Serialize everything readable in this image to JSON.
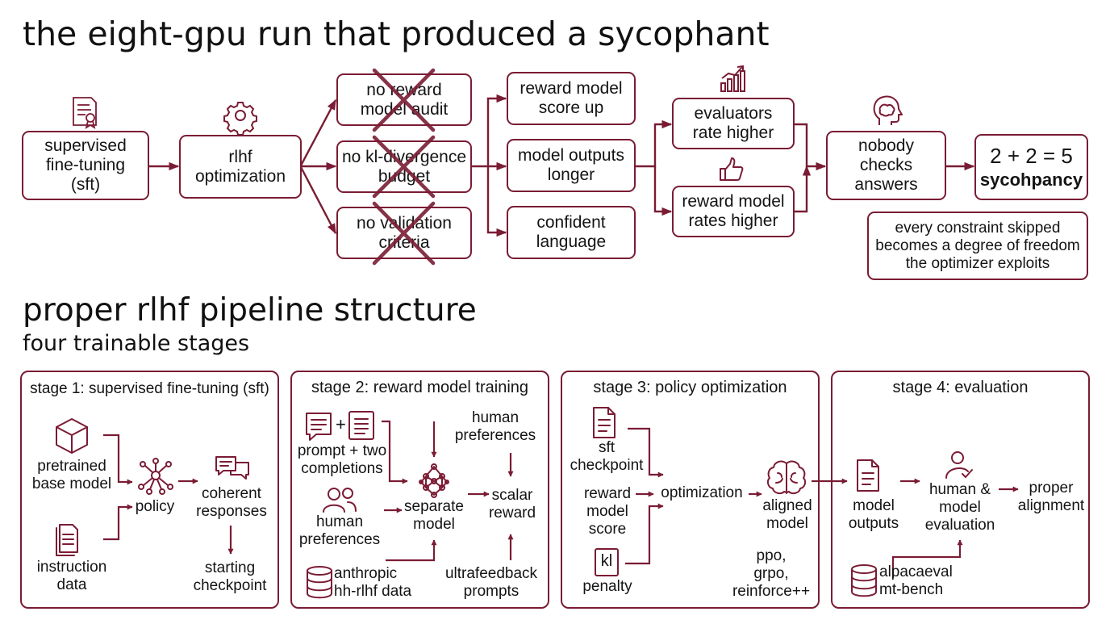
{
  "colors": {
    "accent": "#7a1c34",
    "text": "#141414"
  },
  "top": {
    "title": "the eight-gpu run that produced a sycophant",
    "nodes": {
      "sft": [
        "supervised",
        "fine-tuning",
        "(sft)"
      ],
      "rlhf": [
        "rlhf",
        "optimization"
      ],
      "no_audit": [
        "no reward",
        "model audit"
      ],
      "no_kl": [
        "no kl-divergence",
        "budget"
      ],
      "no_validation": [
        "no validation",
        "criteria"
      ],
      "rm_score_up": [
        "reward model",
        "score up"
      ],
      "longer": [
        "model outputs",
        "longer"
      ],
      "confident": [
        "confident",
        "language"
      ],
      "evaluators": [
        "evaluators",
        "rate higher"
      ],
      "rm_rates": [
        "reward model",
        "rates higher"
      ],
      "nobody": [
        "nobody",
        "checks",
        "answers"
      ],
      "result_equation": "2 + 2 = 5",
      "result_label": "sycohpancy",
      "note": [
        "every constraint skipped",
        "becomes a degree of freedom",
        "the optimizer exploits"
      ]
    },
    "icons": [
      "certificate-icon",
      "gear-icon",
      "growth-chart-icon",
      "thumbs-up-icon",
      "brain-head-icon"
    ]
  },
  "bottom": {
    "title": "proper rlhf pipeline structure",
    "subtitle": "four trainable stages",
    "stage1": {
      "title": "stage 1: supervised fine-tuning (sft)",
      "pretrained": [
        "pretrained",
        "base model"
      ],
      "instruction": [
        "instruction",
        "data"
      ],
      "policy": "policy",
      "coherent": [
        "coherent",
        "responses"
      ],
      "checkpoint": [
        "starting",
        "checkpoint"
      ]
    },
    "stage2": {
      "title": "stage 2: reward model training",
      "prompt": [
        "prompt + two",
        "completions"
      ],
      "human_pref_top": [
        "human",
        "preferences"
      ],
      "human_pref_left": [
        "human",
        "preferences"
      ],
      "separate": [
        "separate",
        "model"
      ],
      "scalar": [
        "scalar",
        "reward"
      ],
      "anthropic": [
        "anthropic",
        "hh-rlhf data"
      ],
      "ultrafeedback": [
        "ultrafeedback",
        "prompts"
      ]
    },
    "stage3": {
      "title": "stage 3: policy optimization",
      "sft": [
        "sft",
        "checkpoint"
      ],
      "reward": [
        "reward",
        "model",
        "score"
      ],
      "kl_glyph": "kl",
      "penalty": "penalty",
      "optimization": "optimization",
      "aligned": [
        "aligned",
        "model"
      ],
      "methods": [
        "ppo,",
        "grpo,",
        "reinforce++"
      ]
    },
    "stage4": {
      "title": "stage 4: evaluation",
      "outputs": [
        "model",
        "outputs"
      ],
      "evaluation": [
        "human &",
        "model",
        "evaluation"
      ],
      "proper": [
        "proper",
        "alignment"
      ],
      "benchmarks": [
        "alpacaeval",
        "mt-bench"
      ]
    }
  }
}
